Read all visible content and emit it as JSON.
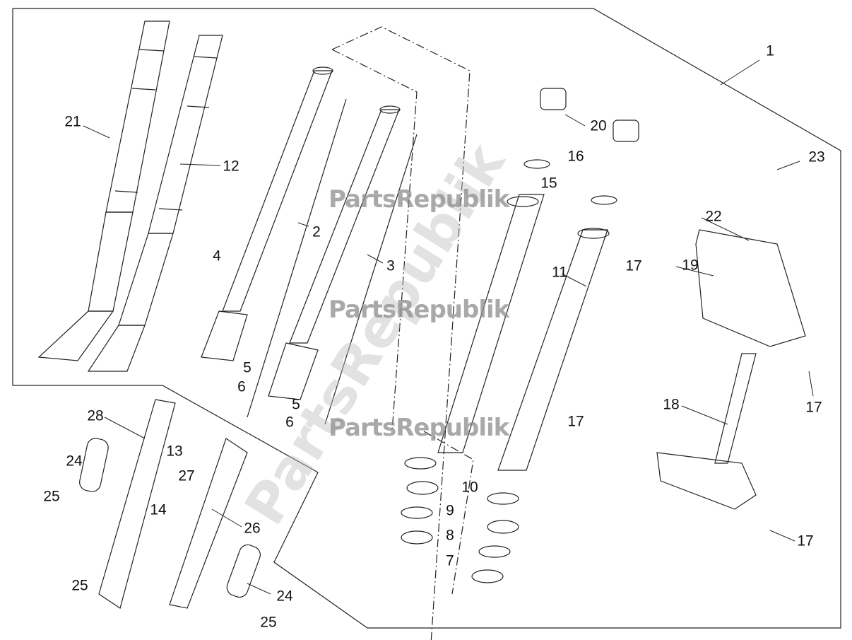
{
  "diagram": {
    "title": "Front fork exploded parts diagram",
    "watermark": "PartsRepublik",
    "part_labels": [
      "1",
      "21",
      "12",
      "2",
      "3",
      "4",
      "5",
      "6",
      "5",
      "6",
      "20",
      "16",
      "15",
      "11",
      "23",
      "22",
      "17",
      "19",
      "17",
      "18",
      "17",
      "17",
      "10",
      "9",
      "8",
      "7",
      "28",
      "24",
      "25",
      "13",
      "27",
      "14",
      "26",
      "25",
      "24",
      "25"
    ],
    "colors": {
      "line": "#222222",
      "watermark": "#8c8c8c"
    }
  }
}
